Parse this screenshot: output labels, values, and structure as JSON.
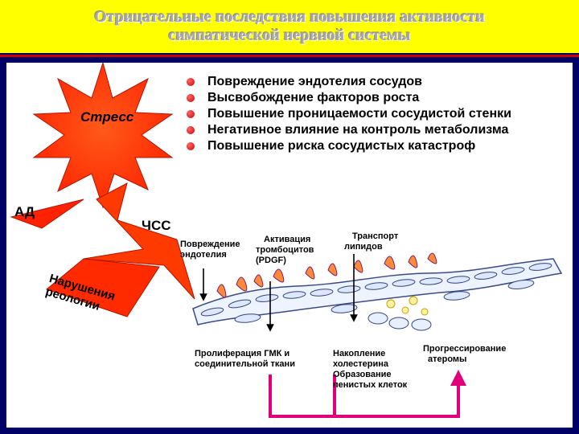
{
  "title": {
    "line1": "Отрицательные последствия повышения активности",
    "line2": "симпатической нервной системы"
  },
  "left": {
    "stress": "Стресс",
    "ad": "АД",
    "hss": "ЧСС",
    "rheology_line1": "Нарушения",
    "rheology_line2": "реологии"
  },
  "bullets": [
    "Повреждение эндотелия сосудов",
    "Высвобождение факторов роста",
    "Повышение проницаемости сосудистой стенки",
    "Негативное влияние на контроль метаболизма",
    "Повышение риска сосудистых катастроф"
  ],
  "diagram_labels": {
    "endothelium_damage_1": "Повреждение",
    "endothelium_damage_2": "эндотелия",
    "platelet_1": "Активация",
    "platelet_2": "тромбоцитов",
    "platelet_3": "(PDGF)",
    "transport_1": "Транспорт",
    "transport_2": "липидов",
    "prolif_1": "Пролиферация ГМК и",
    "prolif_2": "соединительной ткани",
    "accum_1": "Накопление",
    "accum_2": "холестерина",
    "accum_3": "Образование",
    "accum_4": "пенистых клеток",
    "progress_1": "Прогрессирование",
    "progress_2": "атеромы"
  },
  "colors": {
    "background": "#000066",
    "title_bar": "#ffff00",
    "starburst": "#ff3300",
    "bullet": "#cc0000",
    "loop_arrow": "#e0007a"
  }
}
